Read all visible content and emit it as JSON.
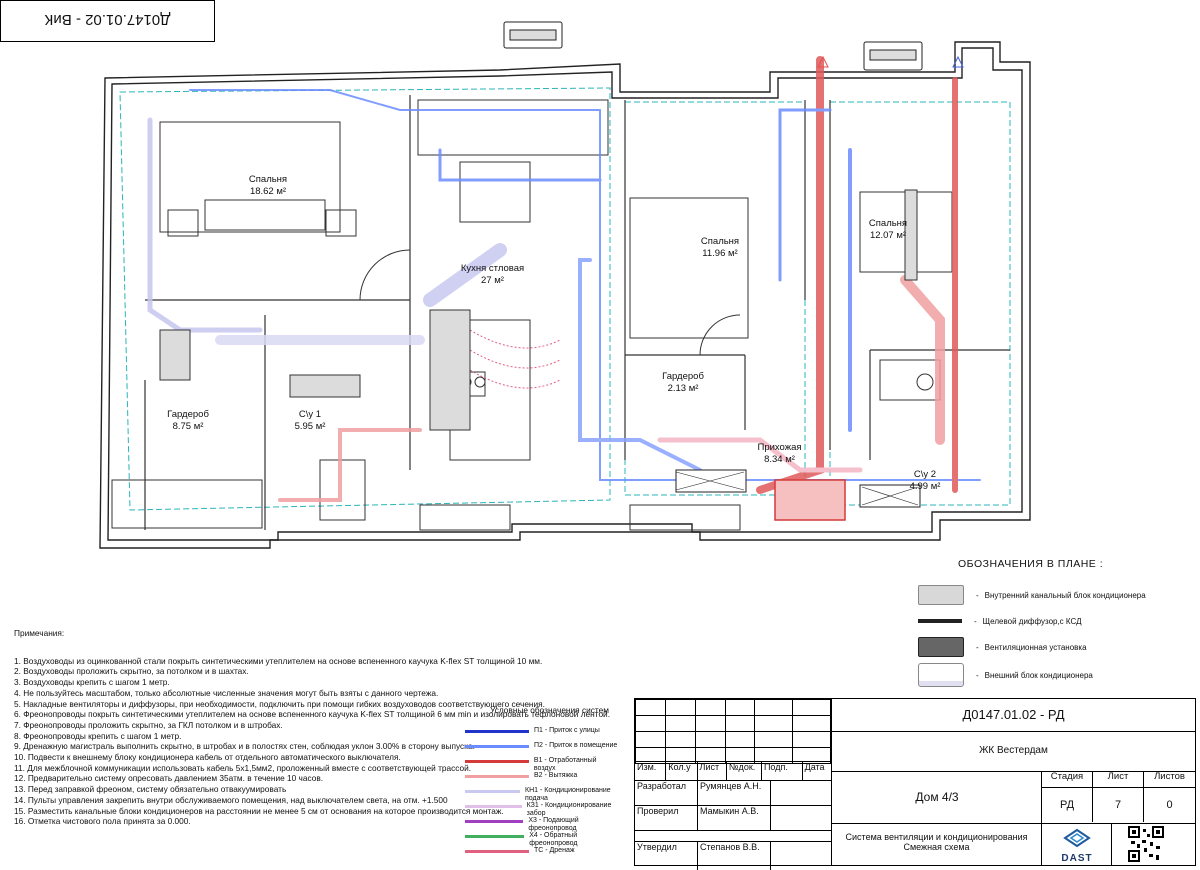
{
  "stamp_top": "Д0147.01.02 - ВиК",
  "rooms": [
    {
      "id": "bedroom-1",
      "name": "Спальня",
      "area": "18.62 м²"
    },
    {
      "id": "kitchen",
      "name": "Кухня стловая",
      "area": "27 м²"
    },
    {
      "id": "bedroom-2",
      "name": "Спальня",
      "area": "11.96 м²"
    },
    {
      "id": "bedroom-3",
      "name": "Спальня",
      "area": "12.07 м²"
    },
    {
      "id": "wardrobe-1",
      "name": "Гардероб",
      "area": "8.75 м²"
    },
    {
      "id": "bathroom-1",
      "name": "С\\у 1",
      "area": "5.95 м²"
    },
    {
      "id": "wardrobe-2",
      "name": "Гардероб",
      "area": "2.13 м²"
    },
    {
      "id": "hallway",
      "name": "Прихожая",
      "area": "8.34 м²"
    },
    {
      "id": "bathroom-2",
      "name": "С\\у 2",
      "area": "4.99 м²"
    }
  ],
  "notes": {
    "heading": "Примечания:",
    "items": [
      "1. Воздуховоды из оцинкованной стали покрыть синтетическими утеплителем на основе вспененного каучука K-flex ST толщиной 10 мм.",
      "2. Воздуховоды проложить скрытно, за потолком и в шахтах.",
      "3. Воздуховоды крепить с шагом 1 метр.",
      "4. Не пользуйтесь масштабом, только абсолютные численные значения могут быть взяты с данного чертежа.",
      "5. Накладные вентиляторы и диффузоры, при необходимости, подключить при помощи гибких воздуховодов соответствующего сечения.",
      "6. Фреонопроводы покрыть синтетическими утеплителем на основе вспененного каучука K-flex ST толщиной 6 мм min и изолировать тефлоновой лентой.",
      "7. Фреонопроводы проложить скрытно, за ГКЛ потолком и в штробах.",
      "8. Фреонопроводы крепить с шагом 1 метр.",
      "9. Дренажную магистраль выполнить скрытно, в штробах и в полостях стен, соблюдая уклон 3.00% в сторону выпуска.",
      "10. Подвести к внешнему блоку кондиционера кабель от отдельного автоматического выключателя.",
      "11. Для межблочной коммуникации использовать кабель 5х1,5мм2, проложенный вместе с соответствующей трассой.",
      "12. Предварительно систему опресовать давлением 35атм. в течение 10 часов.",
      "13. Перед заправкой фреоном, систему обязательно отвакуумировать",
      "14. Пульты управления закрепить внутри обслуживаемого помещения, над выключателем света, на отм. +1.500",
      "15. Разместить канальные блоки кондиционеров на расстоянии не менее 5 см от основания на которое производится монтаж.",
      "16. Отметка чистового пола принята за 0.000."
    ]
  },
  "legend": {
    "title": "ОБОЗНАЧЕНИЯ В ПЛАНЕ :",
    "items": [
      {
        "icon": "indoor-duct-unit-icon",
        "label": "Внутренний канальный блок кондиционера"
      },
      {
        "icon": "slot-diffuser-icon",
        "label": "Щелевой диффузор,с КСД"
      },
      {
        "icon": "ventilation-unit-icon",
        "label": "Вентиляционная установка"
      },
      {
        "icon": "outdoor-unit-icon",
        "label": "Внешний блок кондиционера"
      }
    ]
  },
  "system_symbols": {
    "title": "Условные обозначения систем",
    "items": [
      {
        "label": "П1 - Приток с улицы",
        "color": "#2233cc"
      },
      {
        "label": "П2 - Приток в помещение",
        "color": "#6a8cff"
      },
      {
        "label": "В1 - Отработанный воздух",
        "color": "#d43a3a"
      },
      {
        "label": "В2 - Вытяжка",
        "color": "#f0a0a0"
      },
      {
        "label": "КН1 - Кондиционирование подача",
        "color": "#c8c8f0"
      },
      {
        "label": "КЗ1 - Кондиционирование забор",
        "color": "#e0c0e8"
      },
      {
        "label": "Х3 - Подающий фреонопровод",
        "color": "#a040c0"
      },
      {
        "label": "Х4 - Обратный фреонопровод",
        "color": "#40b060"
      },
      {
        "label": "ТС - Дренаж",
        "color": "#e06080"
      }
    ]
  },
  "title_block": {
    "code": "Д0147.01.02 - РД",
    "project": "ЖК Вестердам",
    "object": "Дом 4/3",
    "sheet_title": "Система вентиляции и кондиционирования Смежная схема",
    "headers": {
      "izm": "Изм.",
      "kol": "Кол.у",
      "list": "Лист",
      "doc": "№док.",
      "sign": "Подп.",
      "date": "Дата"
    },
    "stage_header": "Стадия",
    "sheet_header": "Лист",
    "sheets_header": "Листов",
    "stage": "РД",
    "sheet": "7",
    "sheets": "0",
    "rows": [
      {
        "role": "Разработал",
        "name": "Румянцев А.Н."
      },
      {
        "role": "Проверил",
        "name": "Мамыкин А.В."
      },
      {
        "role": "Утвердил",
        "name": "Степанов В.В."
      }
    ],
    "logo_text": "DAST"
  }
}
